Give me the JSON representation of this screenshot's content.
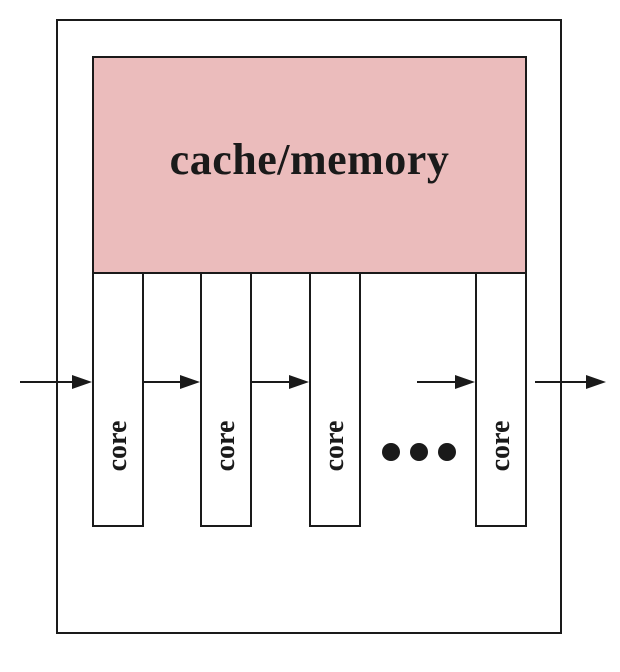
{
  "diagram": {
    "memory_label": "cache/memory",
    "core_label": "core",
    "cores": [
      {
        "label": "core"
      },
      {
        "label": "core"
      },
      {
        "label": "core"
      },
      {
        "label": "core"
      }
    ],
    "memory_color": "#ebbcbc",
    "line_color": "#1a1a1a",
    "background_color": "#ffffff"
  }
}
